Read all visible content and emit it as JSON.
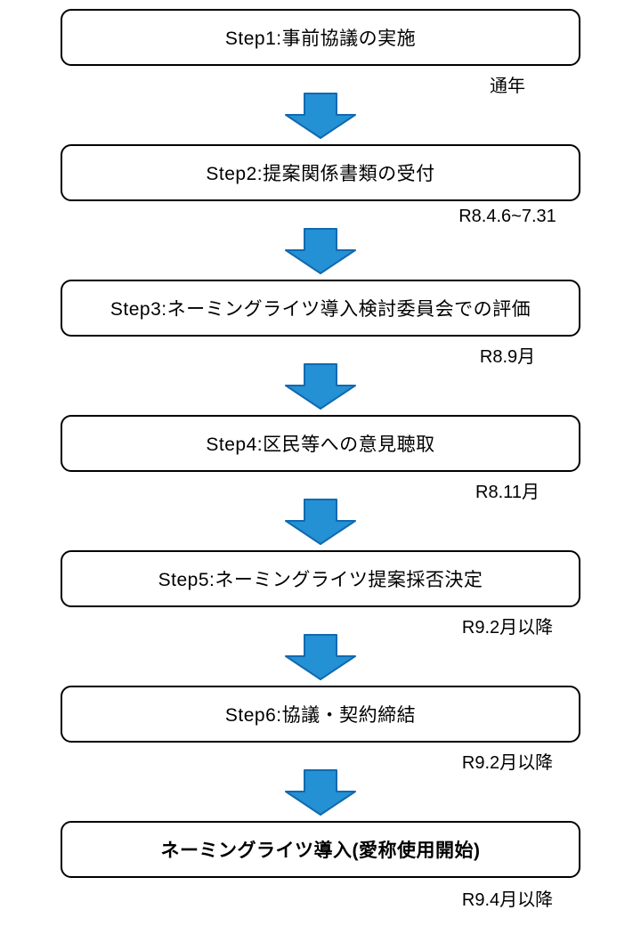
{
  "flow": {
    "steps": [
      {
        "box": "Step1:事前協議の実施",
        "date": "通年"
      },
      {
        "box": "Step2:提案関係書類の受付",
        "date": "R8.4.6~7.31"
      },
      {
        "box": "Step3:ネーミングライツ導入検討委員会での評価",
        "date": "R8.9月"
      },
      {
        "box": "Step4:区民等への意見聴取",
        "date": "R8.11月"
      },
      {
        "box": "Step5:ネーミングライツ提案採否決定",
        "date": "R9.2月以降"
      },
      {
        "box": "Step6:協議・契約締結",
        "date": "R9.2月以降"
      },
      {
        "box": "ネーミングライツ導入(愛称使用開始)",
        "date": "R9.4月以降"
      }
    ],
    "colors": {
      "arrow_fill": "#2391D3",
      "arrow_stroke": "#1269B0",
      "box_border": "#000000",
      "box_fill": "#FFFFFF"
    }
  }
}
